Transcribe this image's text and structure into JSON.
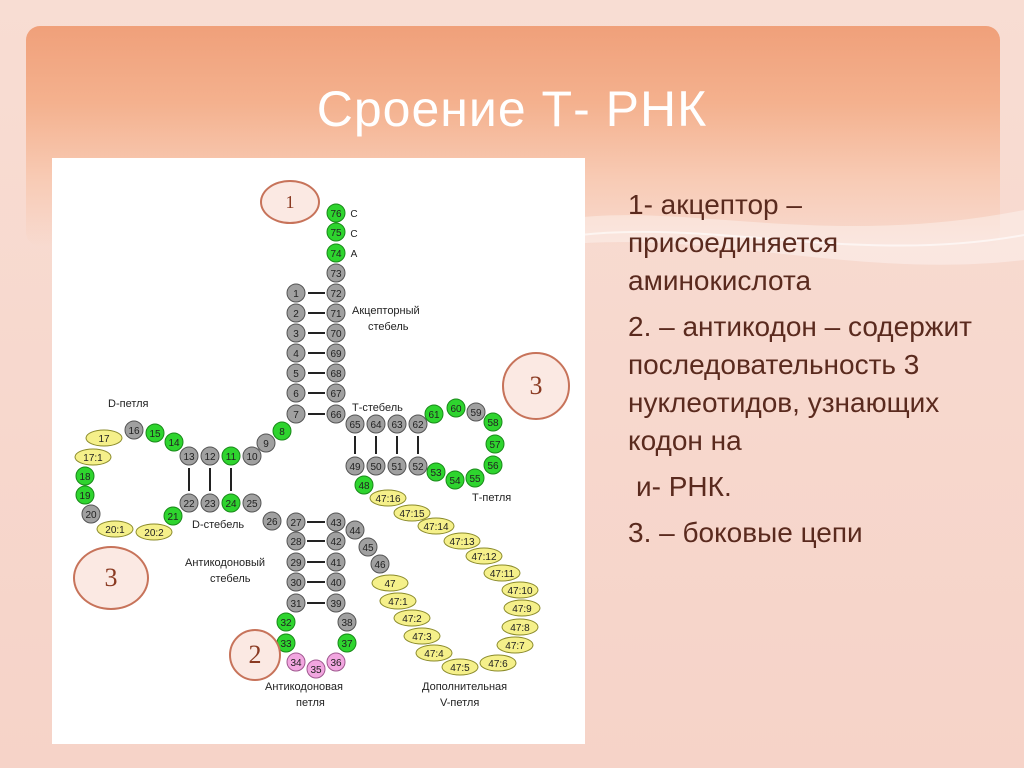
{
  "slide": {
    "title": "Сроение Т- РНК",
    "colors": {
      "band": "#f0a07a",
      "title": "#ffffff",
      "text": "#5a2a1e",
      "green": "#2ed42e",
      "gray": "#a0a0a0",
      "yellow": "#f5f08a",
      "pink": "#f2a6e0"
    }
  },
  "bullets": [
    "1- акцептор – присоединяется аминокислота",
    "2. – антикодон – содержит последовательность 3 нуклеотидов, узнающих кодон на",
    "и- РНК.",
    "3. – боковые цепи"
  ],
  "diagram": {
    "callouts": [
      "1",
      "2",
      "3",
      "3"
    ],
    "labels": {
      "acceptor_stem": [
        "Акцепторный",
        "стебель"
      ],
      "t_stem": "Т-стебель",
      "t_loop": "Т-петля",
      "d_loop": "D-петля",
      "d_stem": "D-стебель",
      "anticodon_stem": [
        "Антикодоновый",
        "стебель"
      ],
      "anticodon_loop": [
        "Антикодоновая",
        "петля"
      ],
      "v_loop": [
        "Дополнительная",
        "V-петля"
      ],
      "cca": [
        "C",
        "C",
        "A"
      ]
    }
  }
}
